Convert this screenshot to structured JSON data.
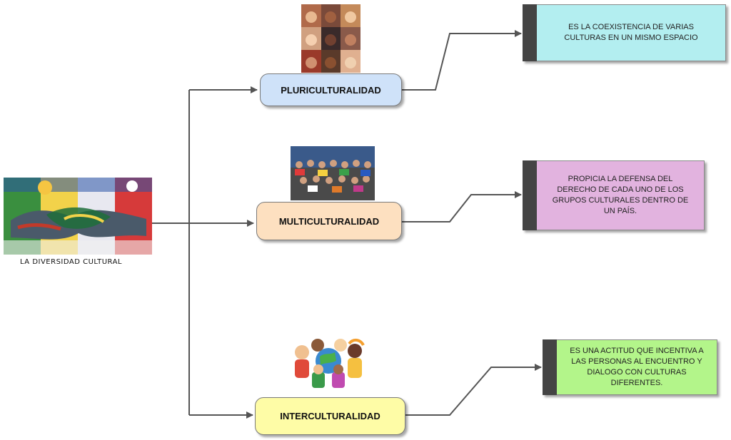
{
  "root": {
    "label": "LA DIVERSIDAD CULTURAL"
  },
  "branches": [
    {
      "label": "PLURICULTURALIDAD",
      "fill": "#cfe2f9",
      "description": "ES LA COEXISTENCIA DE VARIAS\nCULTURAS EN UN MISMO ESPACIO",
      "desc_fill": "#b3eef0"
    },
    {
      "label": "MULTICULTURALIDAD",
      "fill": "#fde0c0",
      "description": "PROPICIA LA DEFENSA DEL\nDERECHO DE CADA UNO DE LOS\nGRUPOS CULTURALES DENTRO DE\nUN PAÍS.",
      "desc_fill": "#e2b3df"
    },
    {
      "label": "INTERCULTURALIDAD",
      "fill": "#fefca6",
      "description": "ES UNA ACTITUD QUE INCENTIVA A\nLAS PERSONAS AL ENCUENTRO Y\nDIALOGO CON CULTURAS\nDIFERENTES.",
      "desc_fill": "#b3f58a"
    }
  ],
  "colors": {
    "connector": "#555555",
    "desc_bar": "#444444"
  }
}
